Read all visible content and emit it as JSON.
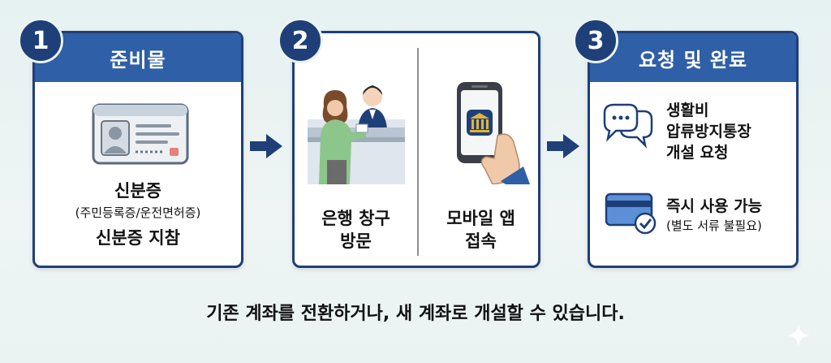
{
  "steps": [
    {
      "number": "1",
      "title": "준비물",
      "item_title": "신분증",
      "item_detail": "(주민등록증/운전면허증)",
      "item_note": "신분증 지참",
      "icon": "id-card-icon"
    },
    {
      "number": "2",
      "title": "",
      "options": [
        {
          "label_line1": "은행 창구",
          "label_line2": "방문",
          "icon": "bank-counter-icon"
        },
        {
          "label_line1": "모바일 앱",
          "label_line2": "접속",
          "icon": "mobile-app-icon"
        }
      ]
    },
    {
      "number": "3",
      "title": "요청 및 완료",
      "items": [
        {
          "lines": [
            "생활비",
            "압류방지통장",
            "개설 요청"
          ],
          "icon": "chat-bubbles-icon"
        },
        {
          "lines": [
            "즉시 사용 가능",
            "(별도 서류 불필요)"
          ],
          "icon": "card-check-icon"
        }
      ]
    }
  ],
  "caption": "기존 계좌를 전환하거나, 새 계좌로 개설할 수 있습니다.",
  "colors": {
    "navy": "#1f3f78",
    "header_blue": "#2f5fa6",
    "background": "#eaf3f2",
    "accent_gold": "#e0b43a",
    "person_green": "#8cc68a"
  }
}
